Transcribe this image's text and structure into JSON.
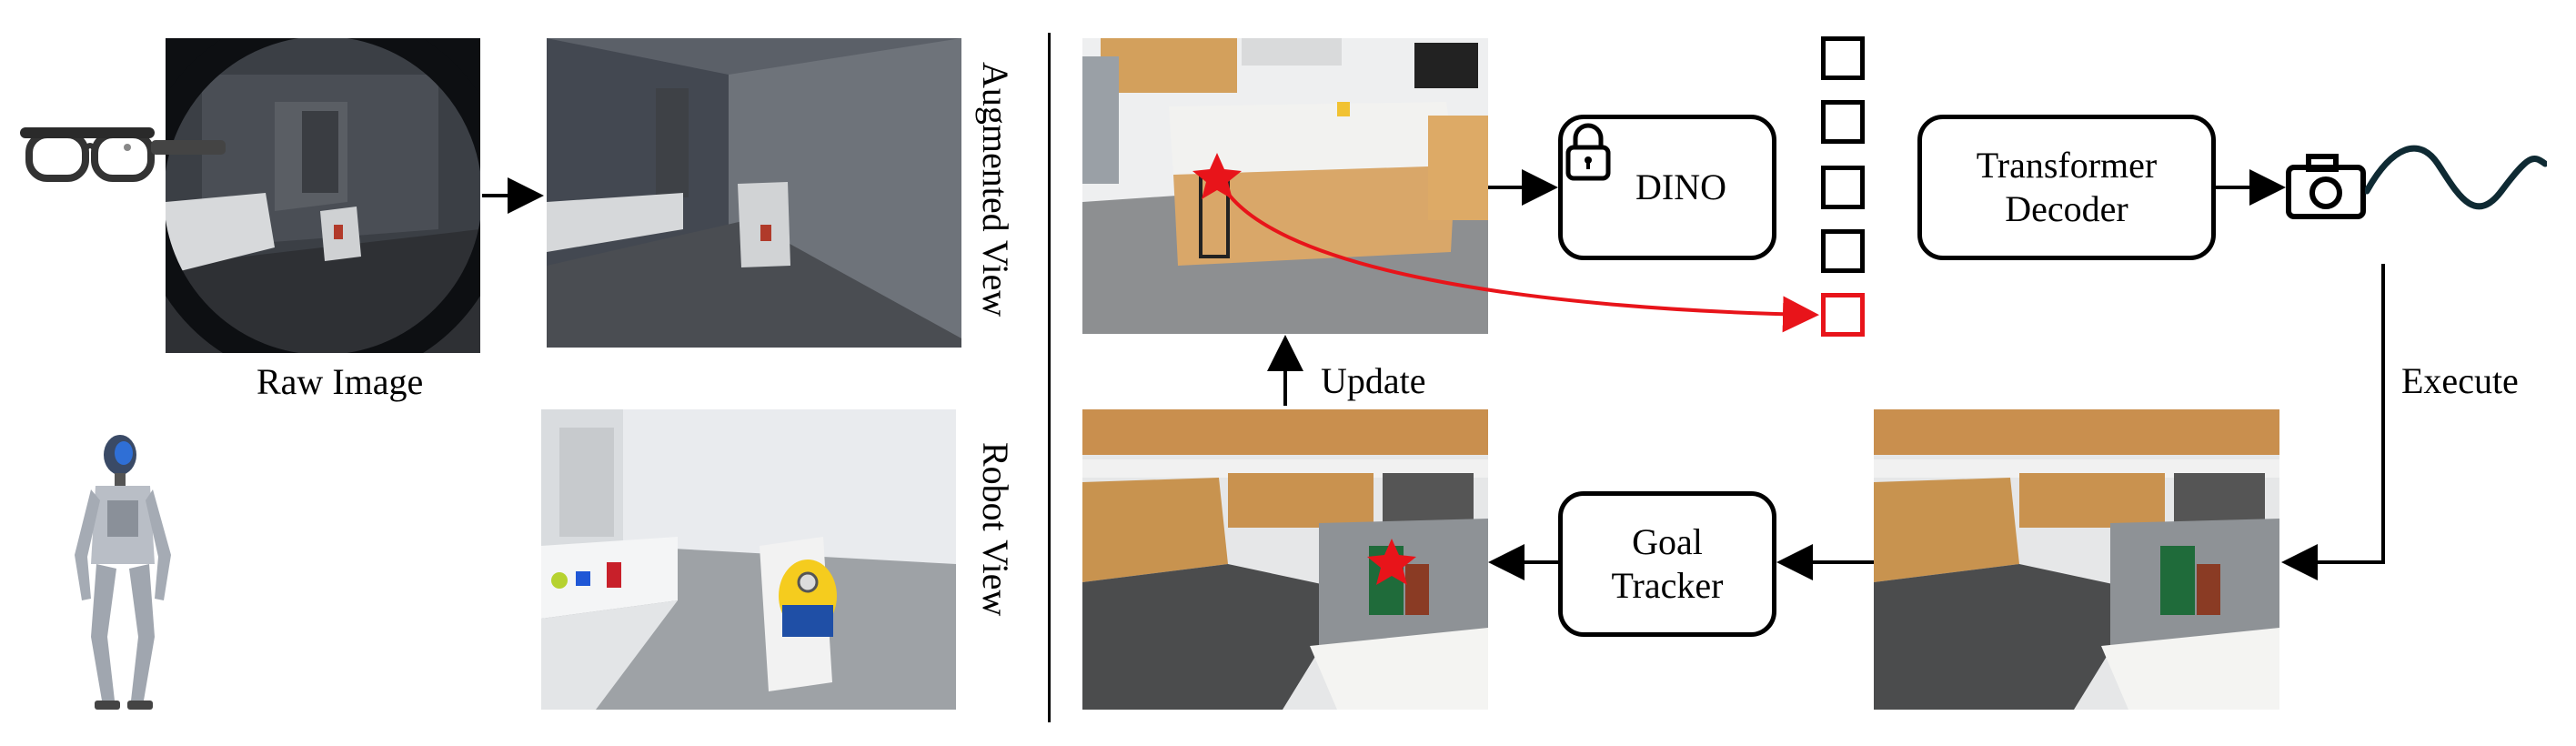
{
  "labels": {
    "raw_image": "Raw Image",
    "augmented_view": "Augmented View",
    "robot_view": "Robot View",
    "update": "Update",
    "execute": "Execute"
  },
  "blocks": {
    "dino": "DINO",
    "transformer_line1": "Transformer",
    "transformer_line2": "Decoder",
    "goal_line1": "Goal",
    "goal_line2": "Tracker"
  },
  "colors": {
    "highlight": "#e8141a",
    "trajectory": "#0f2a33",
    "stroke": "#000000"
  },
  "icons": [
    "glasses-icon",
    "humanoid-robot-icon",
    "lock-icon",
    "camera-icon",
    "star-marker-icon"
  ]
}
